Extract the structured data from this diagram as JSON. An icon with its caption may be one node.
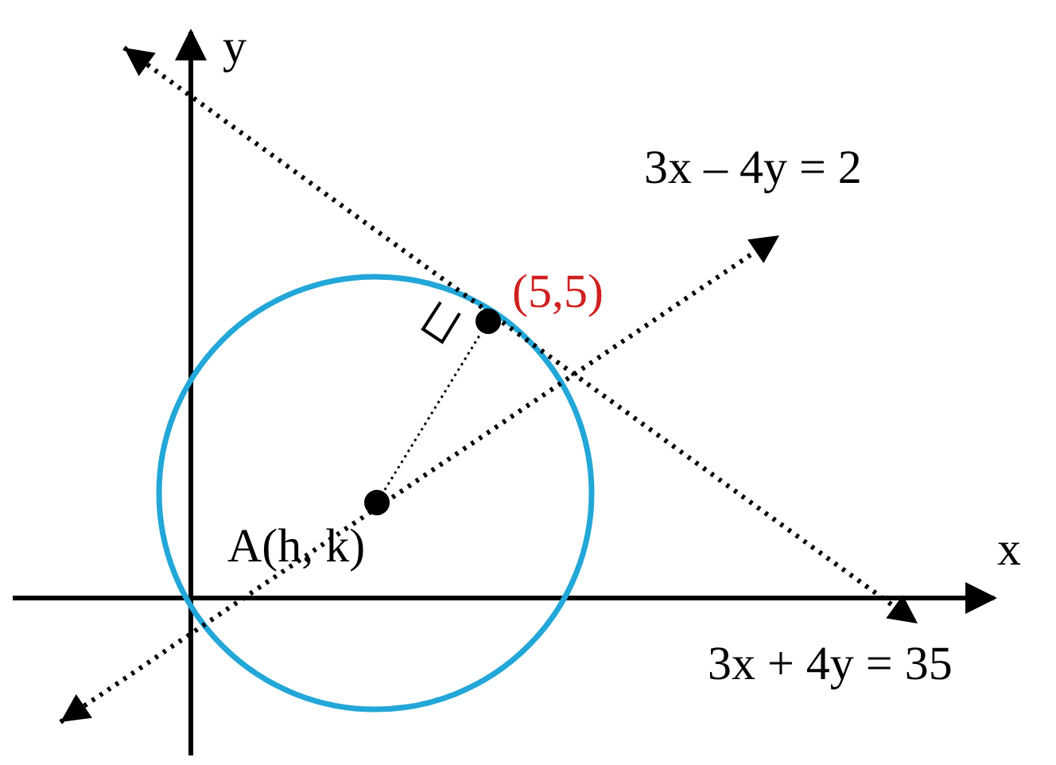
{
  "diagram": {
    "nodes": [
      {
        "text": [
          "(5,5)"
        ]
      },
      {
        "text": [
          "A(h, k)"
        ]
      }
    ],
    "edges": [
      {
        "from": 1,
        "to": 0,
        "arrow": "none",
        "style": "dashed"
      }
    ],
    "labels": [
      "y",
      "3x – 4y = 2",
      "x",
      "3x + 4y = 35"
    ]
  }
}
